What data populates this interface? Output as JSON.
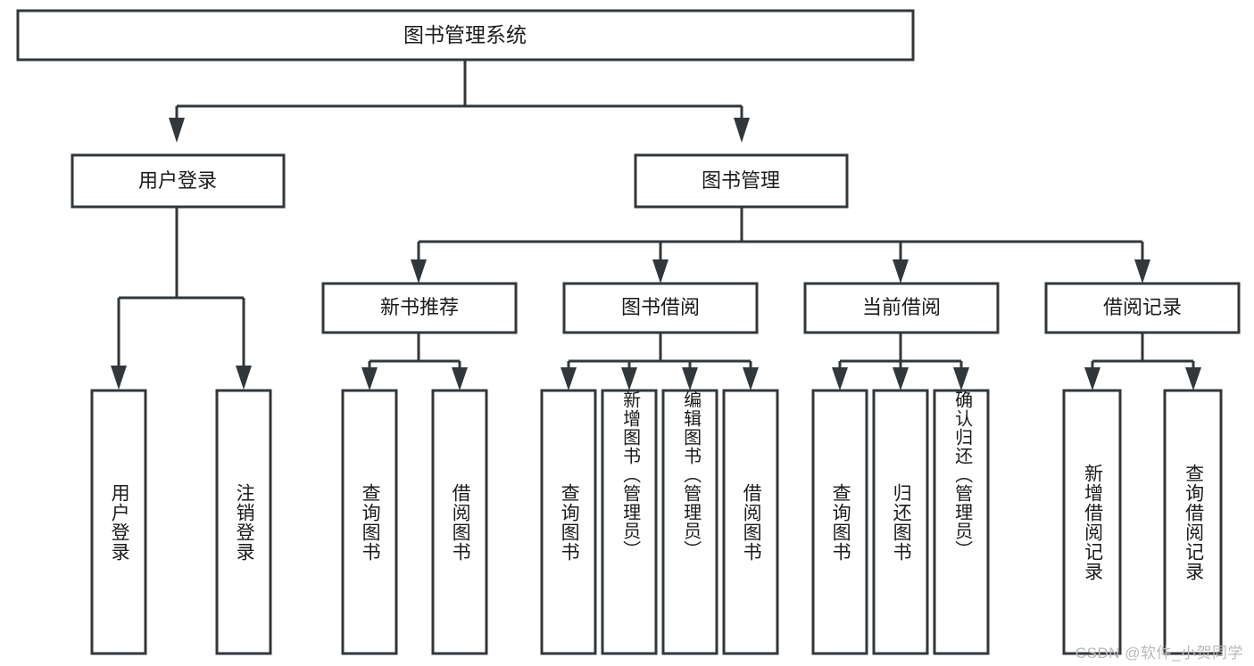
{
  "diagram": {
    "title": "图书管理系统",
    "type": "tree",
    "root": {
      "id": "root",
      "label": "图书管理系统",
      "orientation": "horizontal"
    },
    "level1": [
      {
        "id": "user-login",
        "label": "用户登录",
        "orientation": "horizontal"
      },
      {
        "id": "book-management",
        "label": "图书管理",
        "orientation": "horizontal"
      }
    ],
    "level2": [
      {
        "id": "new-book-recommend",
        "label": "新书推荐",
        "parent": "book-management",
        "orientation": "horizontal"
      },
      {
        "id": "book-borrow",
        "label": "图书借阅",
        "parent": "book-management",
        "orientation": "horizontal"
      },
      {
        "id": "current-borrow",
        "label": "当前借阅",
        "parent": "book-management",
        "orientation": "horizontal"
      },
      {
        "id": "borrow-record",
        "label": "借阅记录",
        "parent": "book-management",
        "orientation": "horizontal"
      }
    ],
    "leaves": [
      {
        "id": "leaf-user-login",
        "label": "用户登录",
        "parent": "user-login",
        "orientation": "vertical"
      },
      {
        "id": "leaf-logout-login",
        "label": "注销登录",
        "parent": "user-login",
        "orientation": "vertical"
      },
      {
        "id": "leaf-query-book-1",
        "label": "查询图书",
        "parent": "new-book-recommend",
        "orientation": "vertical"
      },
      {
        "id": "leaf-borrow-book-1",
        "label": "借阅图书",
        "parent": "new-book-recommend",
        "orientation": "vertical"
      },
      {
        "id": "leaf-query-book-2",
        "label": "查询图书",
        "parent": "book-borrow",
        "orientation": "vertical"
      },
      {
        "id": "leaf-add-book",
        "label": "新增图书（管理员）",
        "parent": "book-borrow",
        "orientation": "vertical"
      },
      {
        "id": "leaf-edit-book",
        "label": "编辑图书（管理员）",
        "parent": "book-borrow",
        "orientation": "vertical"
      },
      {
        "id": "leaf-borrow-book-2",
        "label": "借阅图书",
        "parent": "book-borrow",
        "orientation": "vertical"
      },
      {
        "id": "leaf-query-book-3",
        "label": "查询图书",
        "parent": "current-borrow",
        "orientation": "vertical"
      },
      {
        "id": "leaf-return-book",
        "label": "归还图书",
        "parent": "current-borrow",
        "orientation": "vertical"
      },
      {
        "id": "leaf-confirm-return",
        "label": "确认归还（管理员）",
        "parent": "current-borrow",
        "orientation": "vertical"
      },
      {
        "id": "leaf-add-record",
        "label": "新增借阅记录",
        "parent": "borrow-record",
        "orientation": "vertical"
      },
      {
        "id": "leaf-query-record",
        "label": "查询借阅记录",
        "parent": "borrow-record",
        "orientation": "vertical"
      }
    ],
    "colors": {
      "stroke": "#32373c",
      "fill": "#ffffff",
      "text": "#1b1b1b",
      "watermark": "#b9b9b9"
    }
  },
  "watermark": {
    "text": "CSDN @软件_小贺同学"
  }
}
